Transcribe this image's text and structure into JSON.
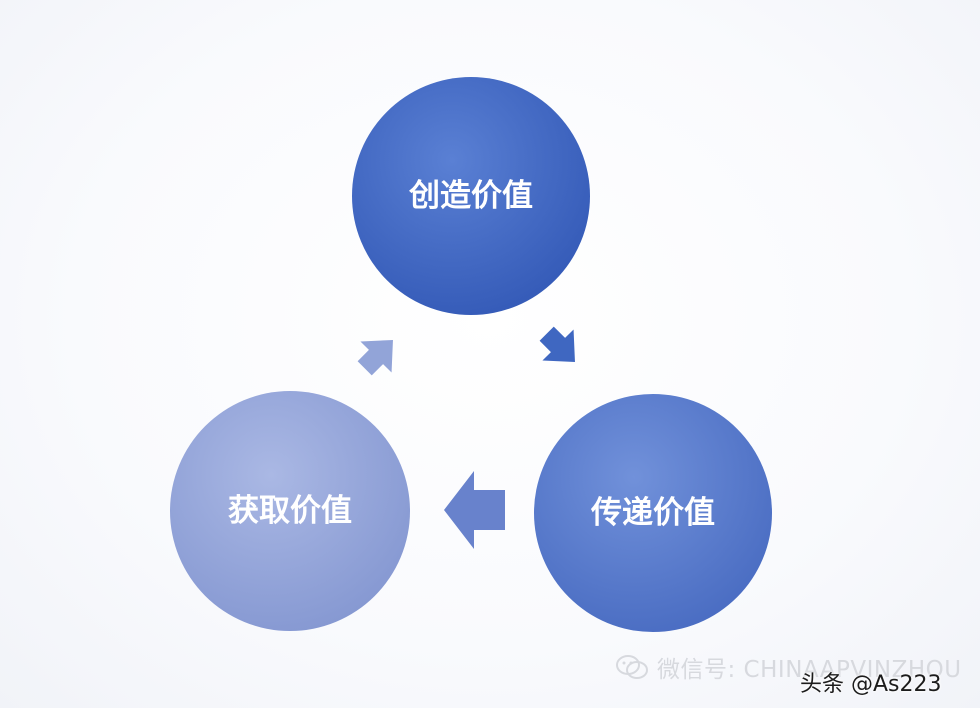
{
  "diagram": {
    "nodes": [
      {
        "id": "create",
        "label": "创造价值",
        "color": "#3b63bf"
      },
      {
        "id": "deliver",
        "label": "传递价值",
        "color": "#5175c8"
      },
      {
        "id": "capture",
        "label": "获取价值",
        "color": "#8f9fd6"
      }
    ],
    "arrows": [
      {
        "from": "create",
        "to": "deliver",
        "color": "#3f67c1"
      },
      {
        "from": "deliver",
        "to": "capture",
        "color": "#6882cc"
      },
      {
        "from": "capture",
        "to": "create",
        "color": "#92a4d8"
      }
    ]
  },
  "watermarks": {
    "wechat_text": "微信号: CHINAAPVINZHOU",
    "source_text": "头条 @As223"
  }
}
